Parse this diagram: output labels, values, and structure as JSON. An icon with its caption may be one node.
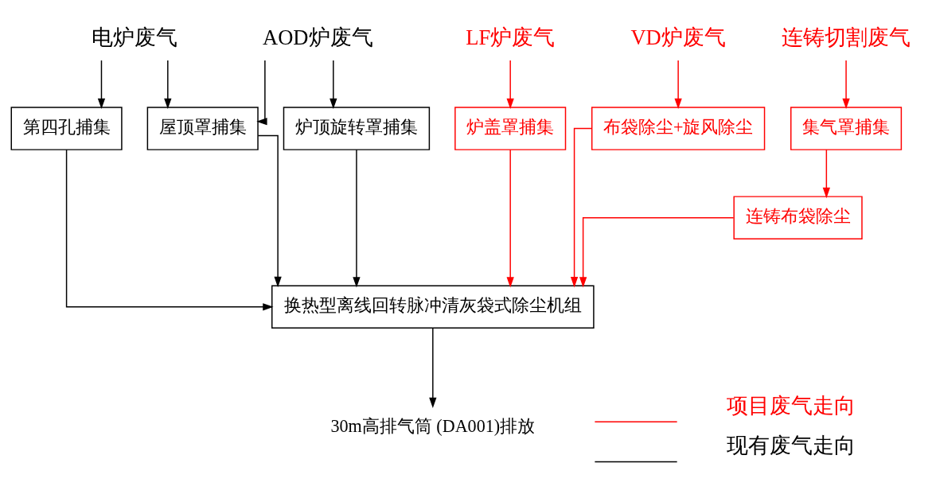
{
  "diagram": {
    "nodes": [
      {
        "text": [
          "电炉废气"
        ]
      },
      {
        "text": [
          "AOD炉废气"
        ]
      },
      {
        "text": [
          "LF炉废气"
        ]
      },
      {
        "text": [
          "VD炉废气"
        ]
      },
      {
        "text": [
          "连铸切割废气"
        ]
      },
      {
        "text": [
          "第四孔捕集"
        ]
      },
      {
        "text": [
          "屋顶罩捕集"
        ]
      },
      {
        "text": [
          "炉顶旋转罩捕集"
        ]
      },
      {
        "text": [
          "炉盖罩捕集"
        ]
      },
      {
        "text": [
          "布袋除尘+旋风除尘"
        ]
      },
      {
        "text": [
          "集气罩捕集"
        ]
      },
      {
        "text": [
          "连铸布袋除尘"
        ]
      },
      {
        "text": [
          "换热型离线回转脉冲清灰袋式除尘机组"
        ]
      },
      {
        "text": [
          "30m高排气筒 (DA001)排放"
        ]
      }
    ],
    "edges": [
      {
        "from": 0,
        "to": 5,
        "arrow": "to"
      },
      {
        "from": 0,
        "to": 6,
        "arrow": "to"
      },
      {
        "from": 1,
        "to": 6,
        "arrow": "to"
      },
      {
        "from": 1,
        "to": 7,
        "arrow": "to"
      },
      {
        "from": 2,
        "to": 8,
        "arrow": "to",
        "color": "#ff0000"
      },
      {
        "from": 3,
        "to": 9,
        "arrow": "to",
        "color": "#ff0000"
      },
      {
        "from": 4,
        "to": 10,
        "arrow": "to",
        "color": "#ff0000"
      },
      {
        "from": 10,
        "to": 11,
        "arrow": "to",
        "color": "#ff0000"
      },
      {
        "from": 5,
        "to": 12,
        "arrow": "to"
      },
      {
        "from": 6,
        "to": 12,
        "arrow": "to"
      },
      {
        "from": 7,
        "to": 12,
        "arrow": "to"
      },
      {
        "from": 8,
        "to": 12,
        "arrow": "to",
        "color": "#ff0000"
      },
      {
        "from": 9,
        "to": 12,
        "arrow": "to",
        "color": "#ff0000"
      },
      {
        "from": 11,
        "to": 12,
        "arrow": "to",
        "color": "#ff0000"
      },
      {
        "from": 12,
        "to": 13,
        "arrow": "to"
      }
    ],
    "legend": [
      {
        "text": "项目废气走向"
      },
      {
        "text": "现有废气走向"
      }
    ]
  }
}
